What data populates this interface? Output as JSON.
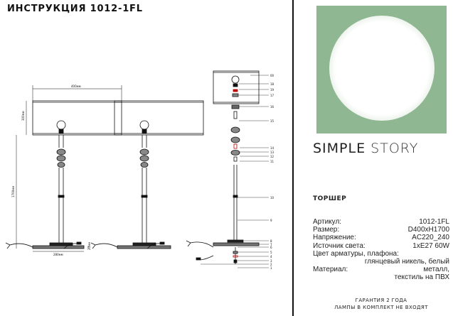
{
  "title": "ИНСТРУКЦИЯ 1012-1FL",
  "brand": {
    "word1": "SIMPLE",
    "word2": "STORY",
    "logo_color": "#8fb792"
  },
  "product_type": "ТОРШЕР",
  "specs": {
    "article": {
      "label": "Артикул:",
      "value": "1012-1FL"
    },
    "size": {
      "label": "Размер:",
      "value": "D400xH1700"
    },
    "voltage": {
      "label": "Напряжение:",
      "value": "AC220_240"
    },
    "light_source": {
      "label": "Источник света:",
      "value": "1xE27 60W"
    },
    "color_label": "Цвет арматуры, плафона:",
    "color_value": "глянцевый никель, белый",
    "material_label": "Материал:",
    "material_value1": "металл,",
    "material_value2": "текстиль на ПВХ"
  },
  "footer": {
    "warranty": "ГАРАНТИЯ 2 ГОДА",
    "lamps": "ЛАМПЫ В КОМПЛЕКТ НЕ ВХОДЯТ"
  },
  "drawing": {
    "dim_shade_width": "400мм",
    "dim_shade_height": "300мм",
    "dim_total_height": "1700мм",
    "dim_base_width": "280мм",
    "dim_base_height": "20мм",
    "part_labels": [
      "00",
      "18",
      "19",
      "17",
      "16",
      "15",
      "14",
      "13",
      "12",
      "11",
      "10",
      "9",
      "8",
      "7",
      "6",
      "5",
      "4",
      "3",
      "2",
      "1"
    ]
  }
}
